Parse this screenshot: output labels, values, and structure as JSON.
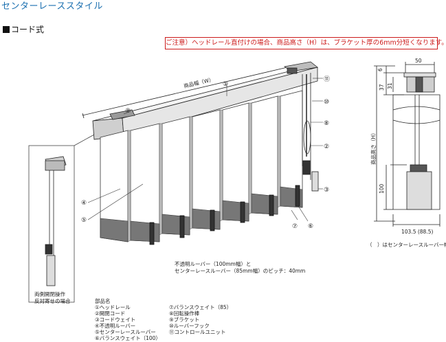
{
  "page": {
    "title": "センターレーススタイル",
    "subtitle": "コード式",
    "notice": "ご注意）ヘッドレール直付けの場合、商品高さ（H）は、ブラケット厚の6mm分短くなります。"
  },
  "main_view": {
    "width_label": "商品幅（W）",
    "callouts": [
      "①",
      "②",
      "③",
      "④",
      "⑤",
      "⑥",
      "⑦",
      "⑧",
      "⑨",
      "⑩",
      "⑪"
    ]
  },
  "side_view": {
    "dims": {
      "top_width": "50",
      "d6": "6",
      "d37": "37",
      "d31": "31",
      "height": "商品高さ（H）",
      "d100": "100",
      "bottom_width": "103.5 (88.5)"
    },
    "paren_note": "（　）はセンターレースルーバー幅"
  },
  "inset": {
    "caption_line1": "両側開閉操作",
    "caption_line2": "反対寄せの場合"
  },
  "pitch_note": {
    "line1": "不透明ルーバー（100mm幅）と",
    "line2": "センターレースルーバー（85mm幅）のピッチ：40mm"
  },
  "parts": {
    "heading": "部品名",
    "left": [
      "①ヘッドレール",
      "②開閉コード",
      "③コードウェイト",
      "④不透明ルーバー",
      "⑤センターレースルーバー",
      "⑥バランスウェイト（100）"
    ],
    "right": [
      "⑦バランスウェイト（85）",
      "⑧回転操作棒",
      "⑨ブラケット",
      "⑩ルーバーフック",
      "⑪コントロールユニット"
    ]
  }
}
